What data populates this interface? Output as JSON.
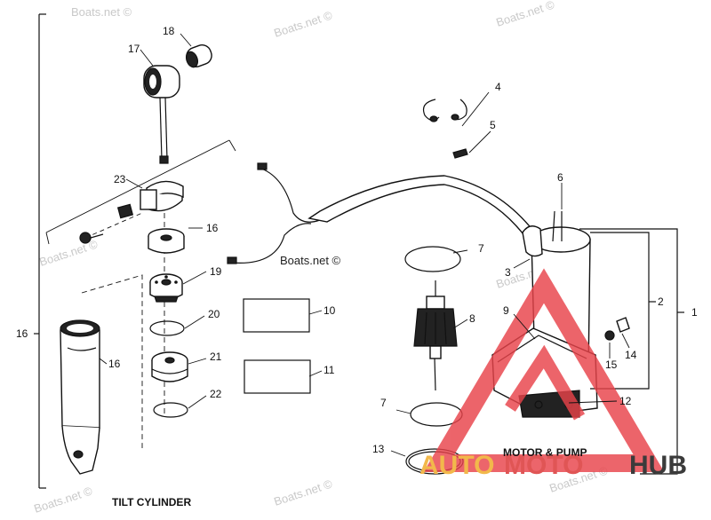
{
  "callouts": {
    "c1": "1",
    "c2": "2",
    "c3": "3",
    "c4": "4",
    "c5": "5",
    "c6": "6",
    "c7a": "7",
    "c7b": "7",
    "c8": "8",
    "c9": "9",
    "c10": "10",
    "c11": "11",
    "c12": "12",
    "c13": "13",
    "c14": "14",
    "c15": "15",
    "c16a": "16",
    "c16b": "16",
    "c16c": "16",
    "c17": "17",
    "c18": "18",
    "c19": "19",
    "c20": "20",
    "c21": "21",
    "c22": "22",
    "c23": "23"
  },
  "captions": {
    "tilt_cylinder": "TILT CYLINDER",
    "motor_pump": "MOTOR & PUMP"
  },
  "watermarks": {
    "w1": "Boats.net ©",
    "w2": "Boats.net ©",
    "w3": "Boats.net ©",
    "w4": "Boats.net ©",
    "w5": "Boats.net ©",
    "w6": "Boats.net ©",
    "w7": "Boats.net ©",
    "w8": "Boats.net ©",
    "w9": "Boats.net ©"
  },
  "logo": {
    "part1": "AUTO",
    "part2": "MOTO",
    "part3": "HUB",
    "colors": {
      "auto": "#f2b84b",
      "moto": "#e05555",
      "hub": "#3b3b3b",
      "triangle": "#e8434a"
    }
  }
}
